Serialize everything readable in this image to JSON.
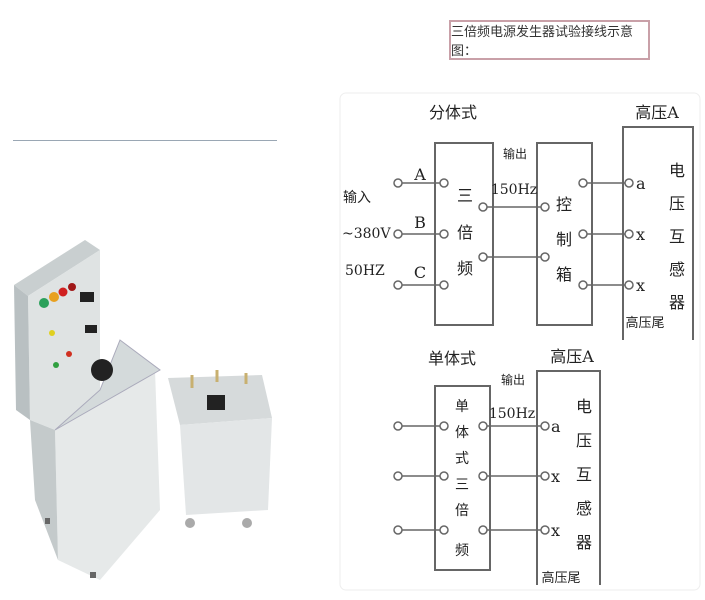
{
  "title": "三倍频电源发生器试验接线示意图：",
  "split_type": {
    "heading": "分体式",
    "input_label": "输入",
    "input_voltage": "~380V",
    "input_freq": "50HZ",
    "phases": [
      "A",
      "B",
      "C"
    ],
    "generator_chars": [
      "三",
      "倍",
      "频"
    ],
    "output_label": "输出",
    "output_freq": "150Hz",
    "control_box_chars": [
      "控",
      "制",
      "箱"
    ],
    "hv_heading": "高压A",
    "terminals": [
      "a",
      "x",
      "x"
    ],
    "transformer_chars": [
      "电",
      "压",
      "互",
      "感",
      "器"
    ],
    "hv_tail": "高压尾"
  },
  "single_type": {
    "heading": "单体式",
    "generator_chars": [
      "单",
      "体",
      "式",
      "三",
      "倍",
      "频"
    ],
    "output_label": "输出",
    "output_freq": "150Hz",
    "hv_heading": "高压A",
    "terminals": [
      "a",
      "x",
      "x"
    ],
    "transformer_chars": [
      "电",
      "压",
      "互",
      "感",
      "器"
    ],
    "hv_tail": "高压尾"
  }
}
